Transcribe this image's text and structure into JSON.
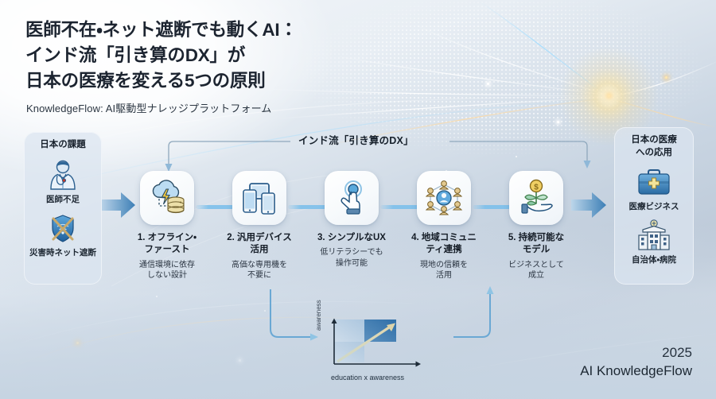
{
  "header": {
    "headline": "医師不在・ネット遮断でも動くAI：\nインド流「引き算のDX」が\n日本の医療を変える5つの原則",
    "subhead": "KnowledgeFlow: AI駆動型ナレッジプラットフォーム"
  },
  "bracket": {
    "label": "インド流「引き算のDX」"
  },
  "left_panel": {
    "title": "日本の課題",
    "items": [
      {
        "label": "医師不足",
        "icon": "doctor-icon"
      },
      {
        "label": "災害時ネット遮断",
        "icon": "shield-disconnected-icon"
      }
    ]
  },
  "right_panel": {
    "title": "日本の医療\nへの応用",
    "items": [
      {
        "label": "医療ビジネス",
        "icon": "medical-briefcase-icon"
      },
      {
        "label": "自治体・病院",
        "icon": "hospital-building-icon"
      }
    ]
  },
  "cards": [
    {
      "title": "1. オフライン・\nファースト",
      "desc": "通信環境に依存\nしない設計",
      "icon": "cloud-offline-database-icon"
    },
    {
      "title": "2. 汎用デバイス\n活用",
      "desc": "高価な専用機を\n不要に",
      "icon": "devices-icon"
    },
    {
      "title": "3. シンプルなUX",
      "desc": "低リテラシーでも\n操作可能",
      "icon": "tap-gesture-icon"
    },
    {
      "title": "4. 地域コミュニ\nティ連携",
      "desc": "現地の信頼を\n活用",
      "icon": "community-network-icon"
    },
    {
      "title": "5. 持続可能な\nモデル",
      "desc": "ビジネスとして\n成立",
      "icon": "money-plant-hand-icon"
    }
  ],
  "chart_data": {
    "type": "scatter",
    "title": "",
    "xlabel": "education x awareness",
    "ylabel": "awareness",
    "quadrants": [
      {
        "name": "upper-right",
        "shaded": true,
        "shade": "strong"
      },
      {
        "name": "lower-left",
        "shaded": true,
        "shade": "light"
      },
      {
        "name": "upper-left",
        "shaded": false
      },
      {
        "name": "lower-right",
        "shaded": false
      }
    ],
    "trend": {
      "from": [
        0,
        0
      ],
      "to": [
        1,
        1
      ],
      "direction": "up-right",
      "label": ""
    },
    "grid": false,
    "legend": false
  },
  "footer": {
    "year": "2025",
    "brand": "AI KnowledgeFlow"
  },
  "colors": {
    "accent": "#4a90c8",
    "arrow": "#3e7fb5",
    "rail": "#78bee b",
    "text": "#1c2430",
    "panel_bg": "#dbe5f0"
  }
}
